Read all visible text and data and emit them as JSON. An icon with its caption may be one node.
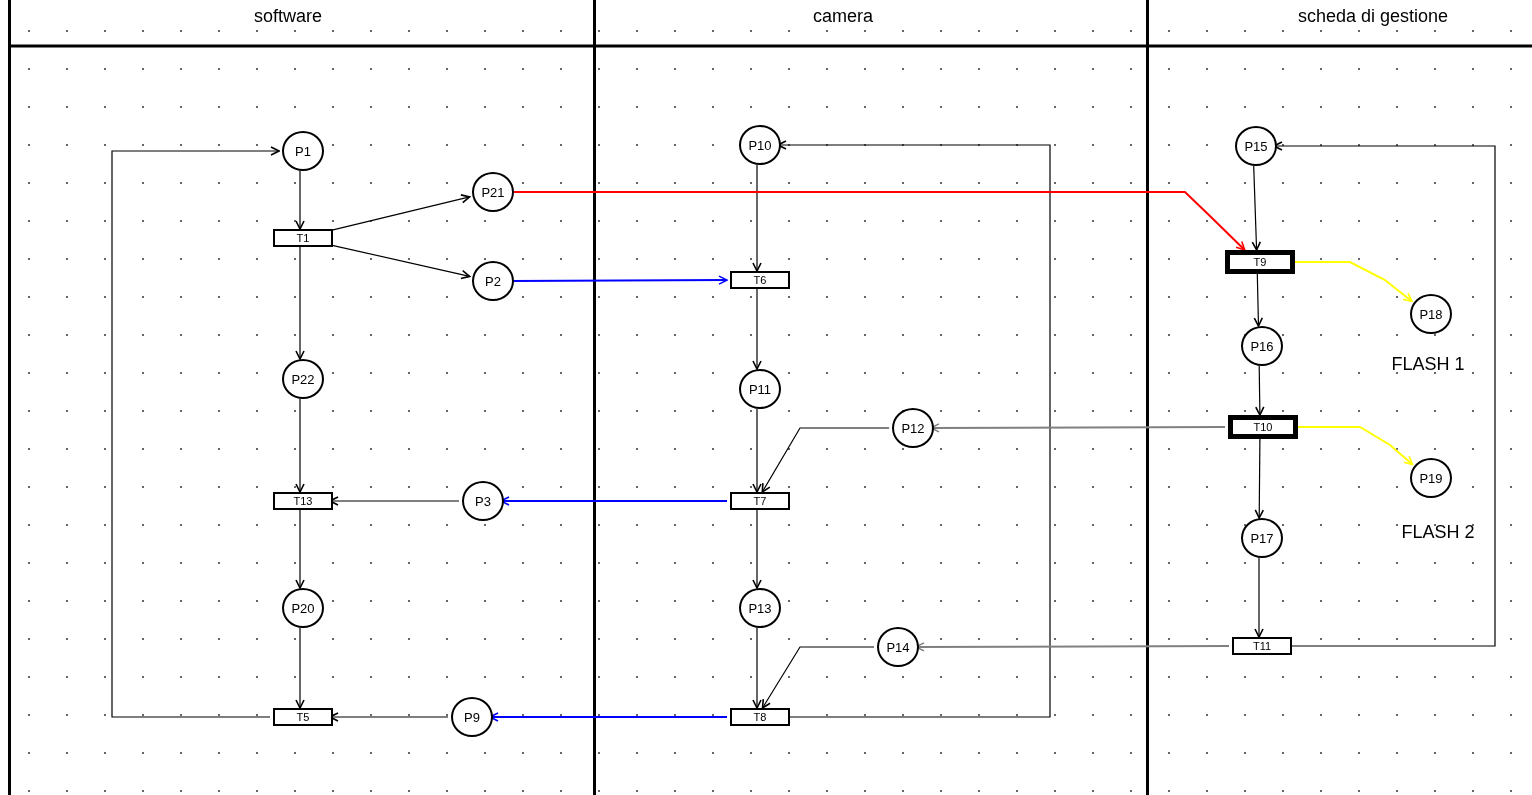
{
  "diagram": {
    "nodes": [
      {
        "text": [
          "software"
        ]
      },
      {
        "text": [
          "camera"
        ]
      },
      {
        "text": [
          "scheda di gestione"
        ]
      },
      {
        "text": [
          "P1"
        ],
        "in": 0
      },
      {
        "text": [
          "P21"
        ],
        "in": 0
      },
      {
        "text": [
          "T1"
        ],
        "in": 0
      },
      {
        "text": [
          "P2"
        ],
        "in": 0
      },
      {
        "text": [
          "P22"
        ],
        "in": 0
      },
      {
        "text": [
          "T13"
        ],
        "in": 0
      },
      {
        "text": [
          "P3"
        ],
        "in": 0
      },
      {
        "text": [
          "P20"
        ],
        "in": 0
      },
      {
        "text": [
          "T5"
        ],
        "in": 0
      },
      {
        "text": [
          "P9"
        ],
        "in": 0
      },
      {
        "text": [
          "P10"
        ],
        "in": 1
      },
      {
        "text": [
          "T6"
        ],
        "in": 1
      },
      {
        "text": [
          "P11"
        ],
        "in": 1
      },
      {
        "text": [
          "P12"
        ],
        "in": 1
      },
      {
        "text": [
          "T7"
        ],
        "in": 1
      },
      {
        "text": [
          "P13"
        ],
        "in": 1
      },
      {
        "text": [
          "P14"
        ],
        "in": 1
      },
      {
        "text": [
          "T8"
        ],
        "in": 1
      },
      {
        "text": [
          "P15"
        ],
        "in": 2
      },
      {
        "text": [
          "T9"
        ],
        "in": 2
      },
      {
        "text": [
          "P18"
        ],
        "in": 2,
        "beside": [
          "FLASH 1"
        ]
      },
      {
        "text": [
          "P16"
        ],
        "in": 2
      },
      {
        "text": [
          "T10"
        ],
        "in": 2
      },
      {
        "text": [
          "P19"
        ],
        "in": 2,
        "beside": [
          "FLASH 2"
        ]
      },
      {
        "text": [
          "P17"
        ],
        "in": 2
      },
      {
        "text": [
          "T11"
        ],
        "in": 2
      }
    ],
    "edges": [
      {
        "from": 3,
        "to": 5,
        "arrow": "to"
      },
      {
        "from": 5,
        "to": 4,
        "arrow": "to"
      },
      {
        "from": 5,
        "to": 6,
        "arrow": "to"
      },
      {
        "from": 5,
        "to": 7,
        "arrow": "to"
      },
      {
        "from": 7,
        "to": 8,
        "arrow": "to"
      },
      {
        "from": 9,
        "to": 8,
        "arrow": "to"
      },
      {
        "from": 8,
        "to": 10,
        "arrow": "to"
      },
      {
        "from": 10,
        "to": 11,
        "arrow": "to"
      },
      {
        "from": 12,
        "to": 11,
        "arrow": "to"
      },
      {
        "from": 11,
        "to": 3,
        "arrow": "to"
      },
      {
        "from": 13,
        "to": 14,
        "arrow": "to"
      },
      {
        "from": 6,
        "to": 14,
        "arrow": "to",
        "color": "#0000ff"
      },
      {
        "from": 14,
        "to": 15,
        "arrow": "to"
      },
      {
        "from": 15,
        "to": 17,
        "arrow": "to"
      },
      {
        "from": 16,
        "to": 17,
        "arrow": "to"
      },
      {
        "from": 17,
        "to": 9,
        "arrow": "to",
        "color": "#0000ff"
      },
      {
        "from": 17,
        "to": 18,
        "arrow": "to"
      },
      {
        "from": 18,
        "to": 20,
        "arrow": "to"
      },
      {
        "from": 19,
        "to": 20,
        "arrow": "to"
      },
      {
        "from": 20,
        "to": 12,
        "arrow": "to",
        "color": "#0000ff"
      },
      {
        "from": 20,
        "to": 13,
        "arrow": "to"
      },
      {
        "from": 21,
        "to": 22,
        "arrow": "to"
      },
      {
        "from": 4,
        "to": 22,
        "arrow": "to",
        "color": "#ff0000"
      },
      {
        "from": 22,
        "to": 23,
        "arrow": "to",
        "color": "#ffff00"
      },
      {
        "from": 22,
        "to": 24,
        "arrow": "to"
      },
      {
        "from": 24,
        "to": 25,
        "arrow": "to"
      },
      {
        "from": 25,
        "to": 16,
        "arrow": "to",
        "color": "#808080"
      },
      {
        "from": 25,
        "to": 26,
        "arrow": "to",
        "color": "#ffff00"
      },
      {
        "from": 25,
        "to": 27,
        "arrow": "to"
      },
      {
        "from": 27,
        "to": 28,
        "arrow": "to"
      },
      {
        "from": 28,
        "to": 19,
        "arrow": "to",
        "color": "#808080"
      },
      {
        "from": 28,
        "to": 21,
        "arrow": "to"
      }
    ]
  }
}
